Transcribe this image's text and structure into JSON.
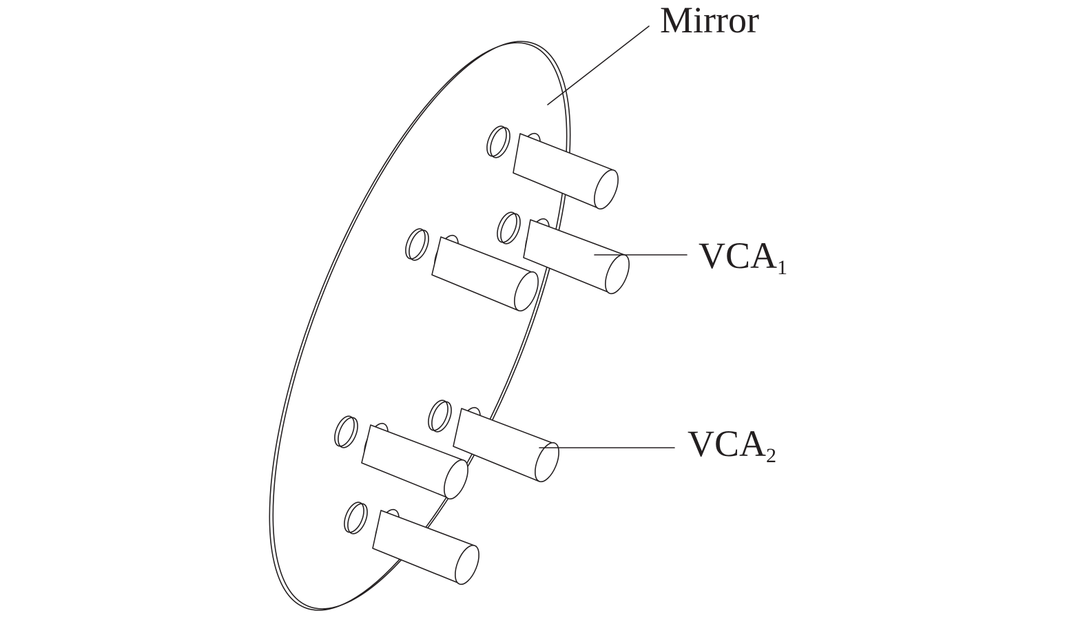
{
  "labels": {
    "mirror": "Mirror",
    "vca1_main": "VCA",
    "vca1_sub": "1",
    "vca2_main": "VCA",
    "vca2_sub": "2"
  },
  "colors": {
    "line": "#231f20",
    "background": "#ffffff"
  }
}
